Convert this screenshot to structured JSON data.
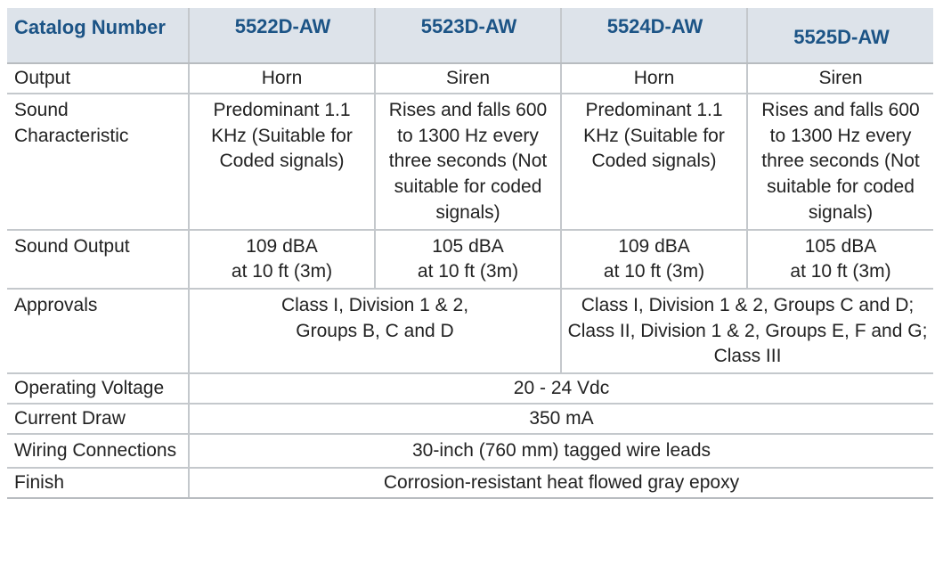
{
  "header": {
    "label": "Catalog Number",
    "models": [
      "5522D-AW",
      "5523D-AW",
      "5524D-AW",
      "5525D-AW"
    ]
  },
  "rows": {
    "output": {
      "label": "Output",
      "values": [
        "Horn",
        "Siren",
        "Horn",
        "Siren"
      ]
    },
    "sound_characteristic": {
      "label": "Sound Characteristic",
      "values": [
        "Predominant 1.1 KHz (Suitable for Coded signals)",
        "Rises and falls 600 to 1300 Hz every three seconds (Not suitable for coded signals)",
        "Predominant 1.1 KHz (Suitable for Coded signals)",
        "Rises and falls 600 to 1300 Hz every three seconds (Not suitable for coded signals)"
      ]
    },
    "sound_output": {
      "label": "Sound Output",
      "values": [
        {
          "level": "109 dBA",
          "distance": "at 10 ft (3m)"
        },
        {
          "level": "105 dBA",
          "distance": "at 10 ft (3m)"
        },
        {
          "level": "109 dBA",
          "distance": "at 10 ft (3m)"
        },
        {
          "level": "105 dBA",
          "distance": "at 10 ft (3m)"
        }
      ]
    },
    "approvals": {
      "label": "Approvals",
      "left": {
        "line1": "Class I, Division 1 & 2,",
        "line2": "Groups B, C and D"
      },
      "right": {
        "line1": "Class I, Division 1 & 2, Groups C and D;",
        "line2": "Class II, Division 1 & 2, Groups E, F and G; Class III"
      }
    },
    "operating_voltage": {
      "label": "Operating Voltage",
      "value": "20 - 24 Vdc"
    },
    "current_draw": {
      "label": "Current Draw",
      "value": "350 mA"
    },
    "wiring_connections": {
      "label": "Wiring Connections",
      "value": "30-inch (760 mm) tagged wire leads"
    },
    "finish": {
      "label": "Finish",
      "value": "Corrosion-resistant heat flowed gray epoxy"
    }
  },
  "colors": {
    "header_background": "#dde3ea",
    "header_text": "#1c5486",
    "body_text": "#222222",
    "rule": "#c4c8cc"
  }
}
